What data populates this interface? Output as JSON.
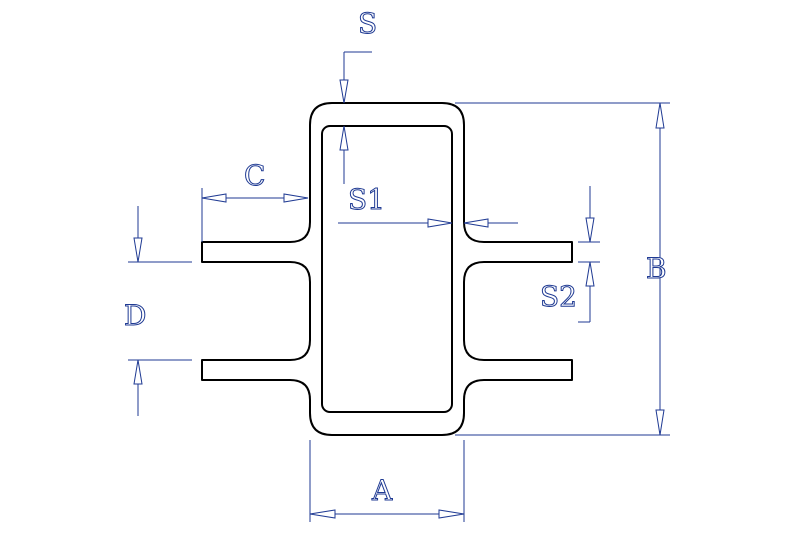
{
  "labels": {
    "s": "S",
    "s1": "S1",
    "s2": "S2",
    "a": "A",
    "b": "B",
    "c": "C",
    "d": "D"
  },
  "colors": {
    "profile": "#000000",
    "dimension": "#1f3a93",
    "background": "#ffffff"
  }
}
